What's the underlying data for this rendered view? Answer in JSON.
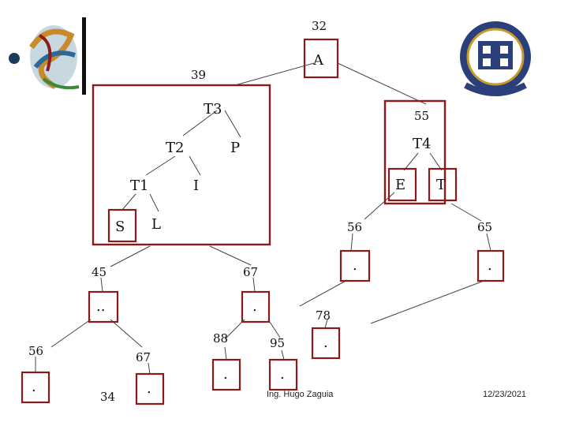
{
  "top": {
    "root_value": "32",
    "root_label": "A",
    "left_value": "39",
    "right_value": "55"
  },
  "subtree": {
    "t3": "T3",
    "t2": "T2",
    "p": "P",
    "t1": "T1",
    "i": "I",
    "s": "S",
    "l": "L"
  },
  "right_subtree": {
    "t4": "T4",
    "e": "E",
    "t": "T",
    "v56": "56",
    "v65": "65",
    "dot56": ".",
    "dot65": "."
  },
  "lower": {
    "v45": "45",
    "v67a": "67",
    "dot45": "..",
    "dot67": ".",
    "v78": "78",
    "v56b": "56",
    "v67b": "67",
    "v88": "88",
    "v95": "95",
    "dot78": ".",
    "dotleaf56": ".",
    "dotleaf67": ".",
    "dot88": ".",
    "dot95": ".",
    "v34": "34"
  },
  "footer": {
    "author": "Ing. Hugo Zaguia",
    "date": "12/23/2021"
  },
  "colors": {
    "accent": "#8b1a1a",
    "line": "#444444"
  },
  "logos": {
    "left": "spiral-logo-icon",
    "right": "university-seal-icon"
  }
}
